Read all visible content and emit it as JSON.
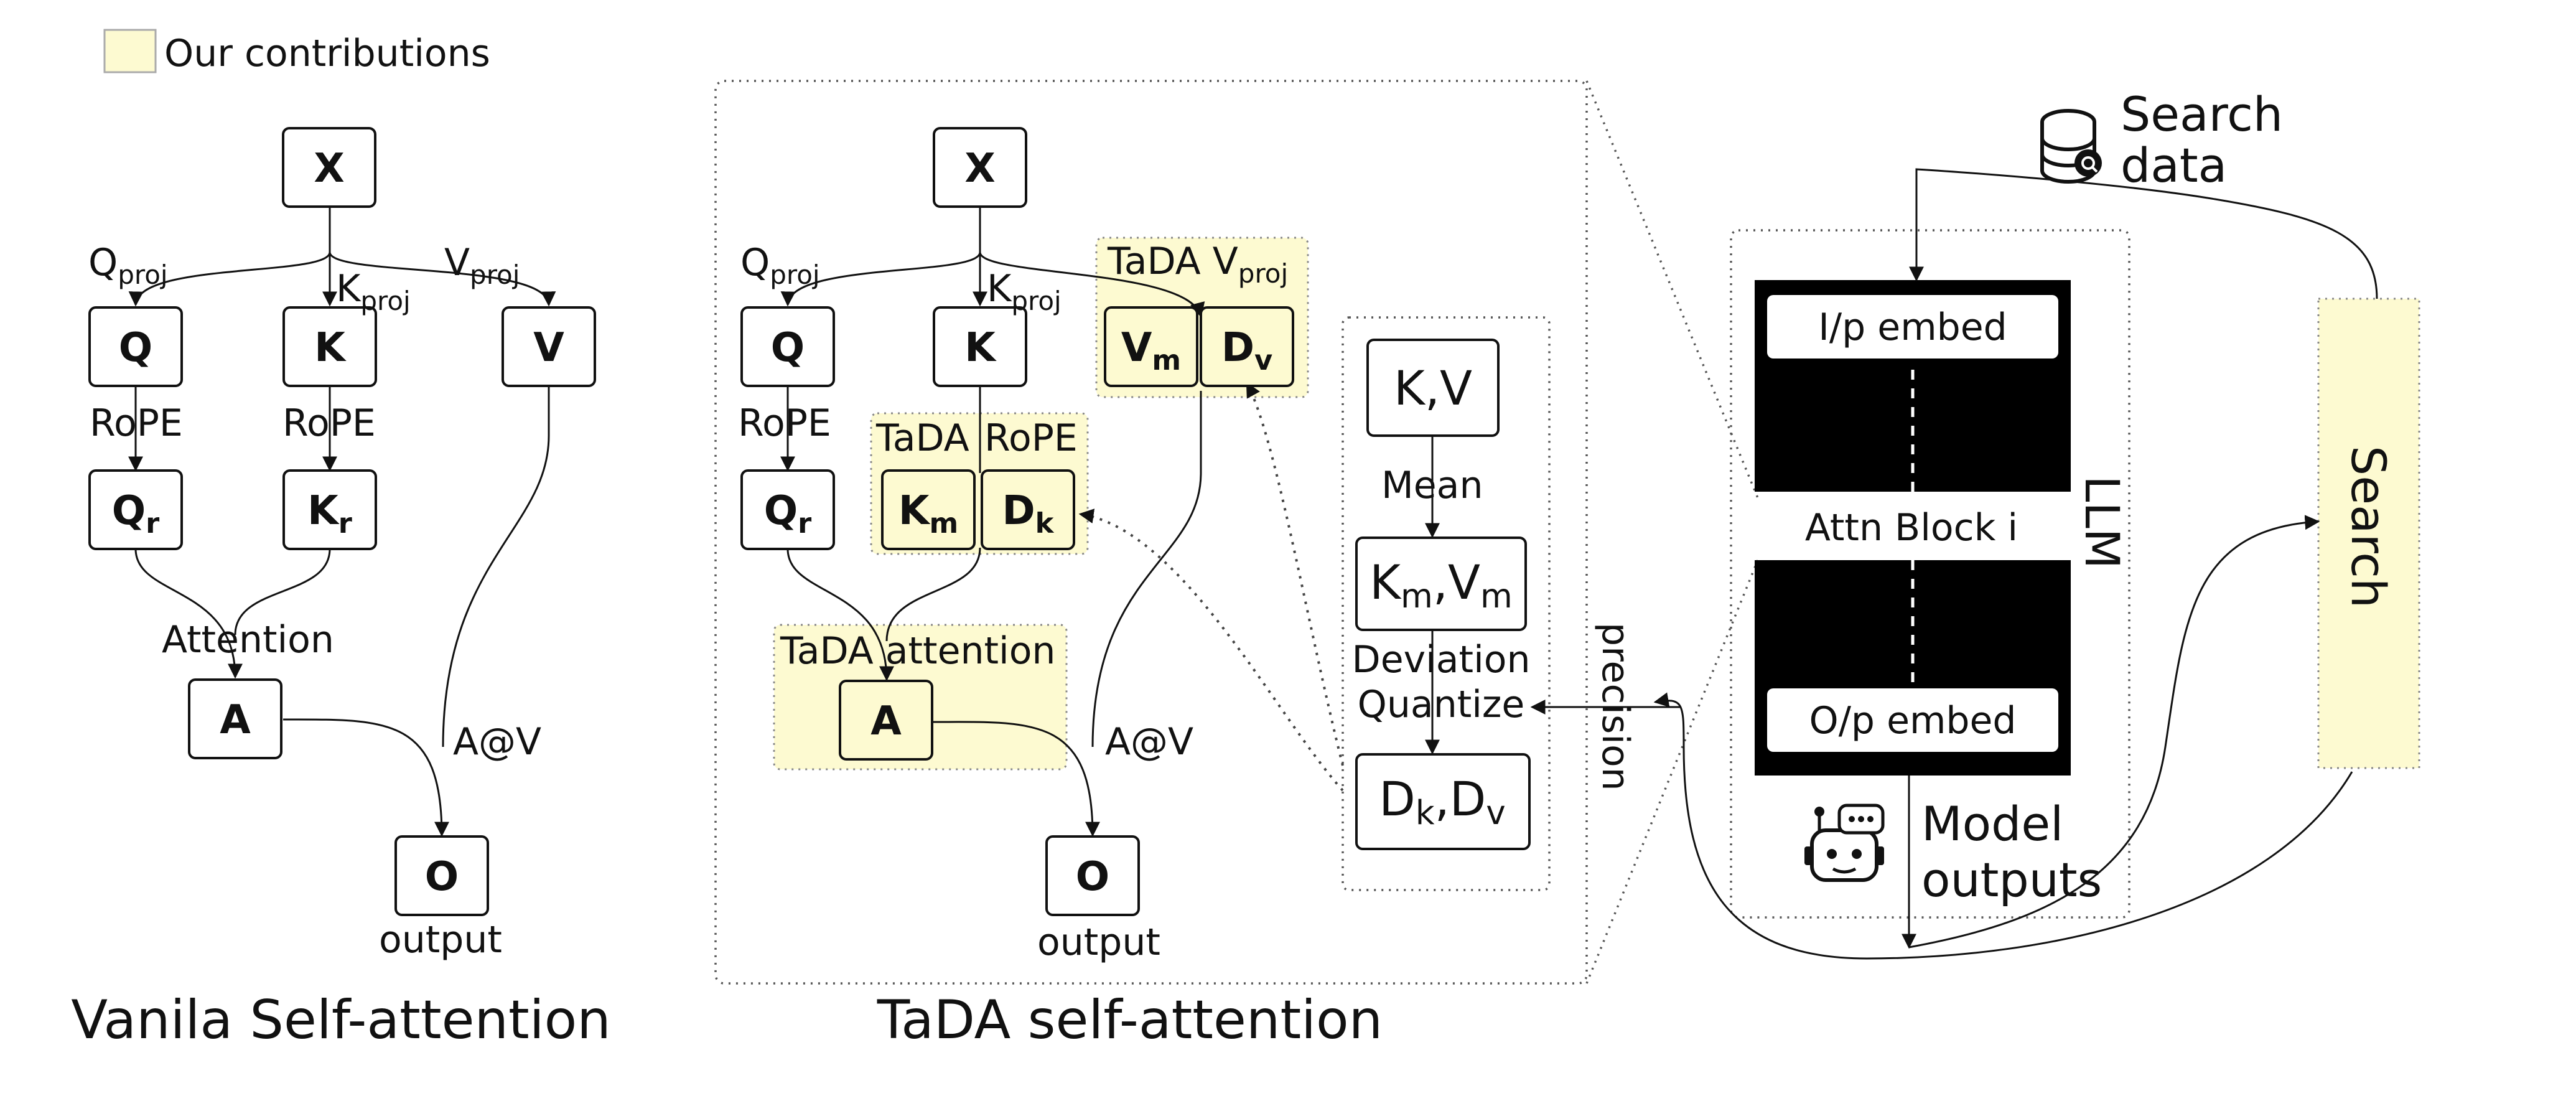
{
  "legend": {
    "label": "Our contributions",
    "color": "#fdfad1"
  },
  "vanilla": {
    "title": "Vanila Self-attention",
    "x": "X",
    "q": "Q",
    "k": "K",
    "v": "V",
    "qr": "Q",
    "kr": "K",
    "r_sub": "r",
    "a": "A",
    "o": "O",
    "q_proj": "Q",
    "k_proj": "K",
    "v_proj": "V",
    "proj_sub": "proj",
    "rope": "RoPE",
    "attention": "Attention",
    "av": "A@V",
    "output": "output"
  },
  "tada": {
    "title": "TaDA self-attention",
    "x": "X",
    "q": "Q",
    "k": "K",
    "qr": "Q",
    "r_sub": "r",
    "km": "K",
    "km_sub": "m",
    "dk": "D",
    "dk_sub": "k",
    "vm": "V",
    "vm_sub": "m",
    "dv": "D",
    "dv_sub": "v",
    "a": "A",
    "o": "O",
    "q_proj": "Q",
    "k_proj": "K",
    "proj_sub": "proj",
    "rope": "RoPE",
    "tada_rope_1": "TaDA",
    "tada_rope_2": "RoPE",
    "tada_v_proj": "TaDA V",
    "tada_attention": "TaDA attention",
    "av": "A@V",
    "output": "output"
  },
  "kv_panel": {
    "kv": "K,V",
    "mean": "Mean",
    "kmvm_k": "K",
    "kmvm_v": "V",
    "m_sub": "m",
    "deviation": "Deviation",
    "quantize": "Quantize",
    "dkdv_d1": "D",
    "dkdv_d2": "D",
    "k_sub": "k",
    "v_sub": "v"
  },
  "precision_label": "precision",
  "llm": {
    "label": "LLM",
    "ip_embed": "I/p embed",
    "attn_block": "Attn Block i",
    "op_embed": "O/p embed",
    "model_outputs_1": "Model",
    "model_outputs_2": "outputs"
  },
  "search_data": {
    "line1": "Search",
    "line2": "data"
  },
  "search": "Search",
  "icons": [
    "database-search-icon",
    "robot-chat-icon"
  ]
}
